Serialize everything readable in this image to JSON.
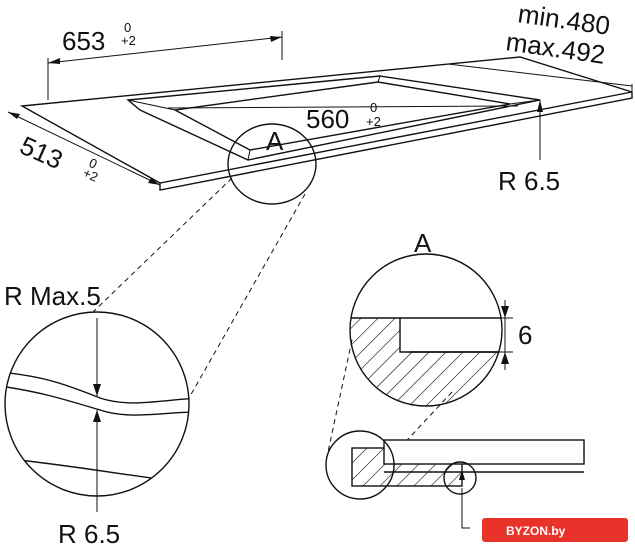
{
  "dimensions": {
    "width_cutout": {
      "value": "653",
      "tol_upper": "0",
      "tol_lower": "+2"
    },
    "depth_cutout": {
      "value": "513",
      "tol_upper": "0",
      "tol_lower": "+2"
    },
    "inner_width": {
      "value": "560",
      "tol_upper": "0",
      "tol_lower": "+2"
    },
    "worktop_min": "min.480",
    "worktop_max": "max.492",
    "corner_radius": "R 6.5",
    "detail_marker": "A",
    "zoom_radius_max": "R Max.5",
    "zoom_radius": "R 6.5",
    "section_title": "A",
    "section_depth": "6"
  },
  "watermark": {
    "text": "BYZON.by",
    "color": "#e8322a"
  }
}
